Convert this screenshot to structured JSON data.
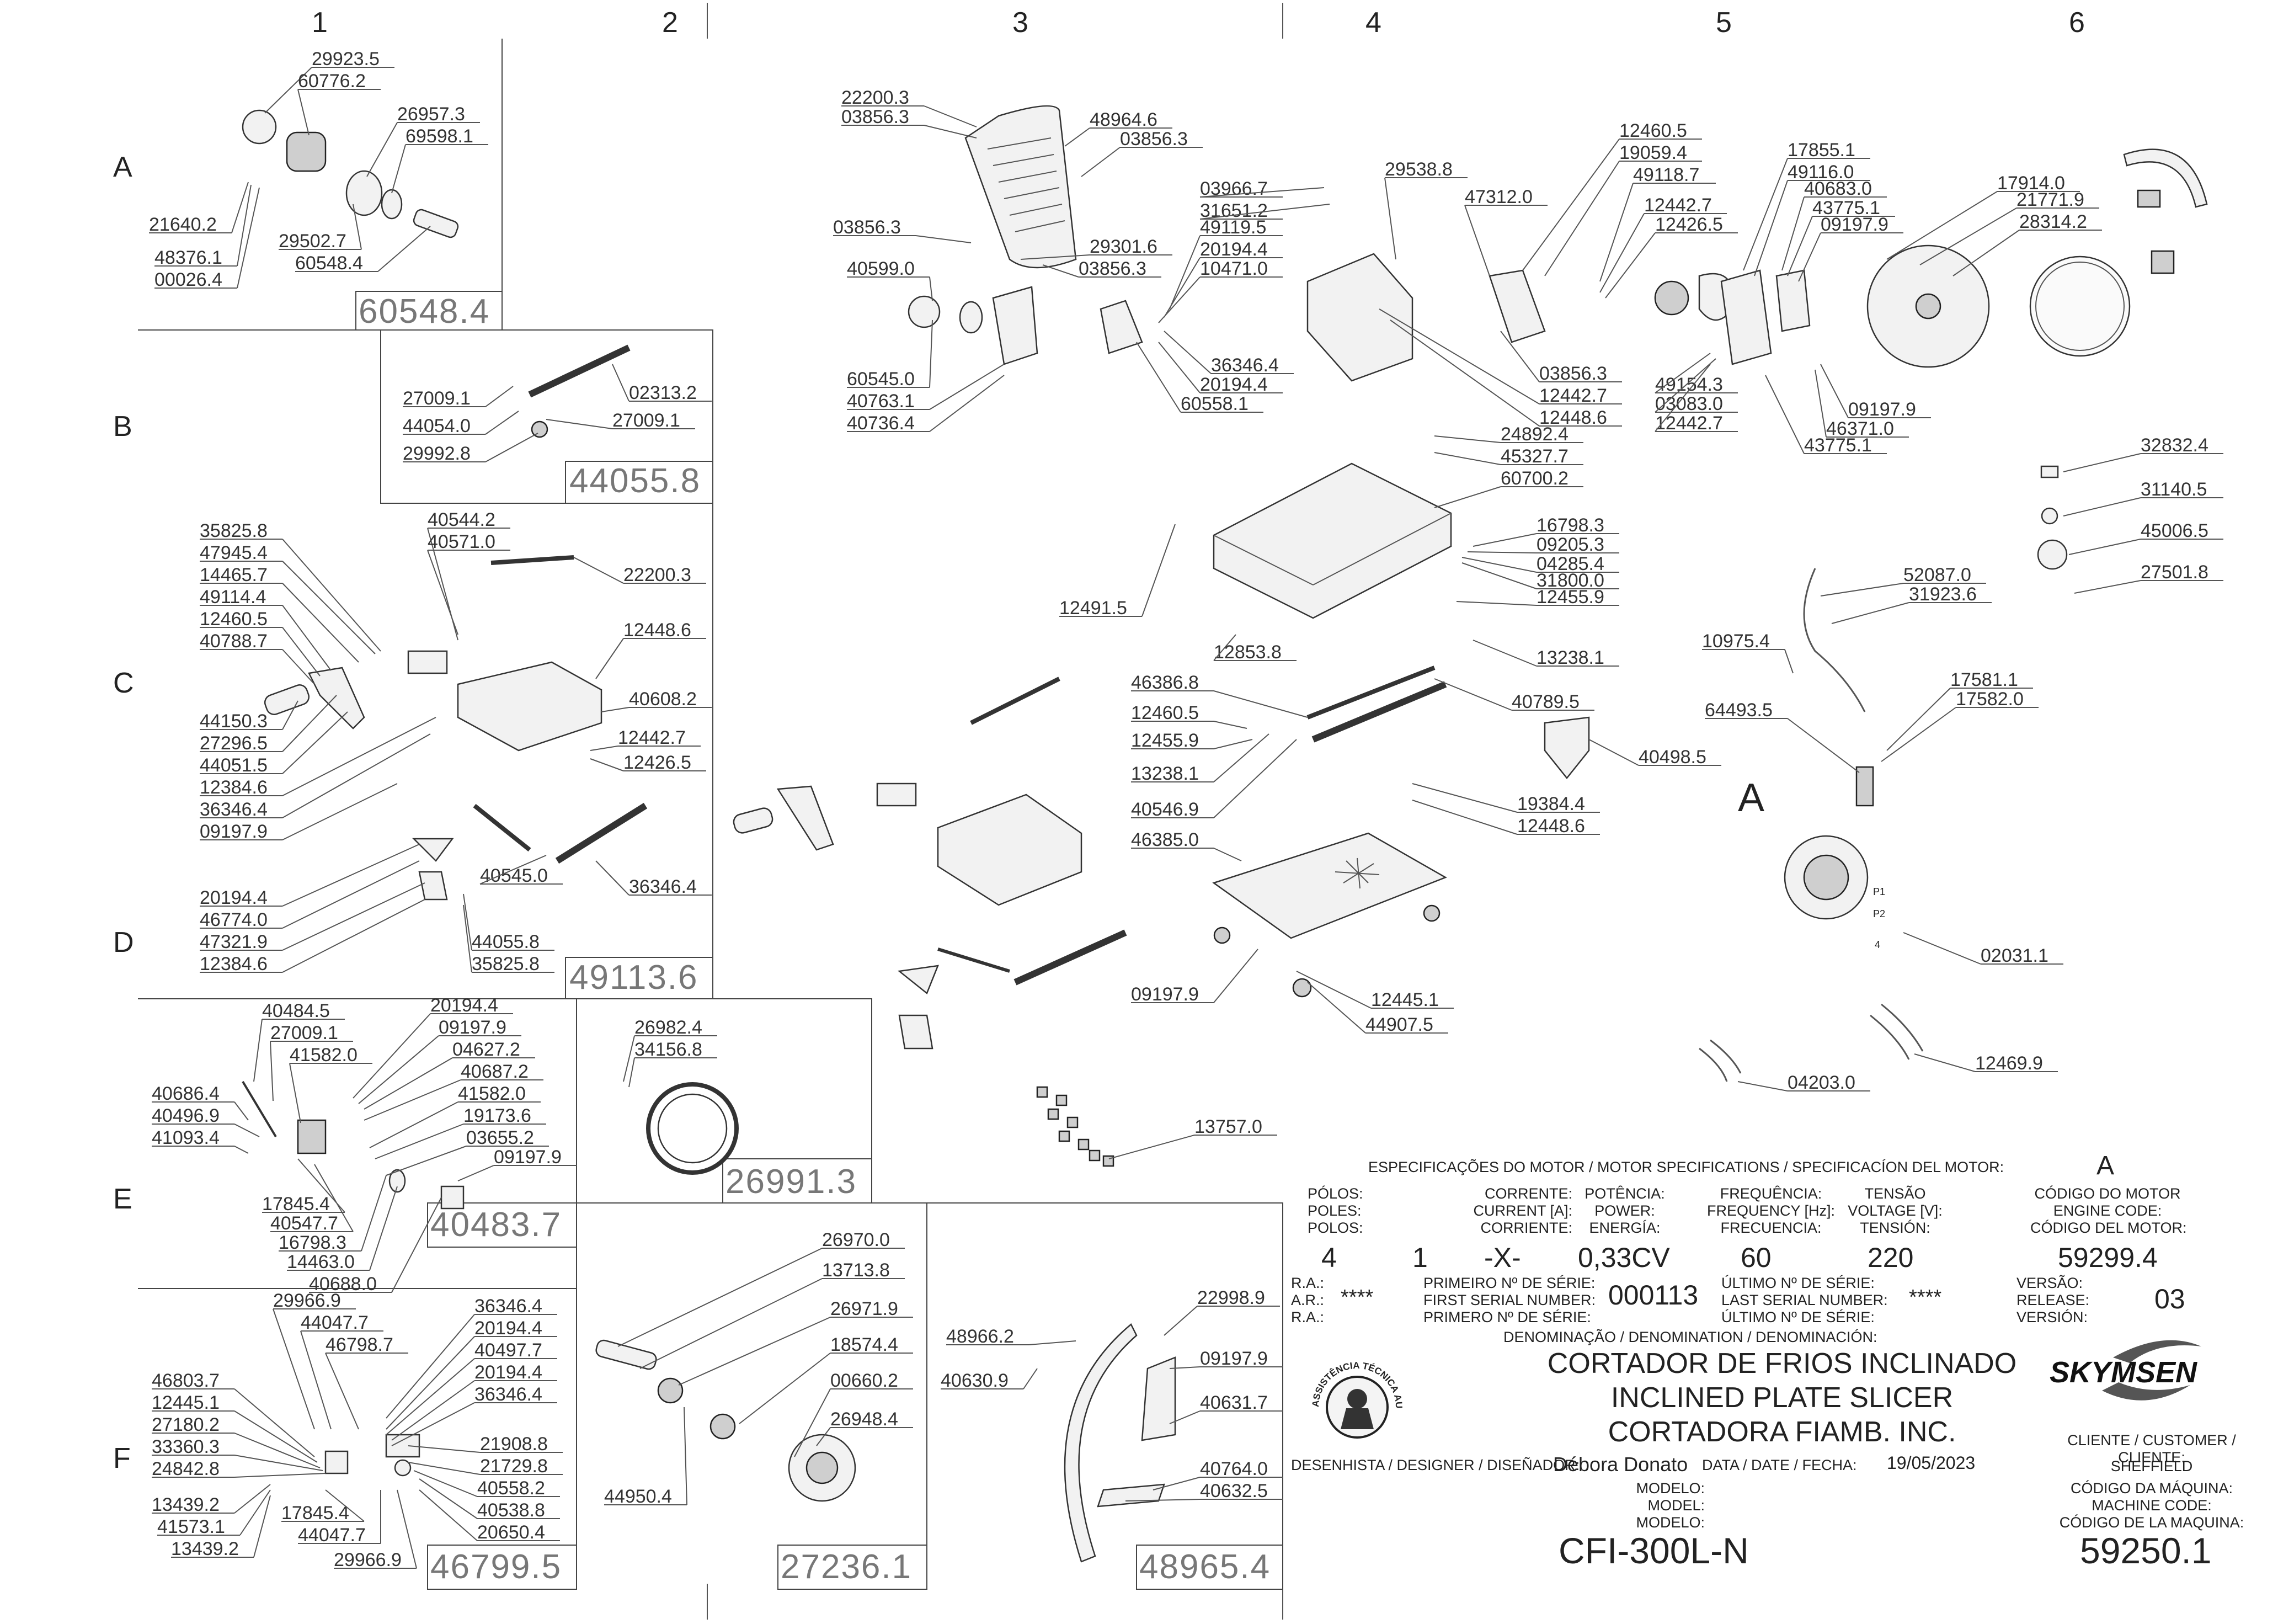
{
  "columns": [
    "1",
    "2",
    "3",
    "4",
    "5",
    "6"
  ],
  "rows": [
    "A",
    "B",
    "C",
    "D",
    "E",
    "F"
  ],
  "sub_assemblies": {
    "A1": {
      "code": "60548.4",
      "parts": [
        "29923.5",
        "60776.2",
        "26957.3",
        "69598.1",
        "21640.2",
        "29502.7",
        "48376.1",
        "60548.4",
        "00026.4"
      ]
    },
    "B1": {
      "code": "44055.8",
      "parts": [
        "27009.1",
        "02313.2",
        "44054.0",
        "27009.1",
        "29992.8"
      ]
    },
    "C1": {
      "code": "49113.6",
      "parts": [
        "35825.8",
        "47945.4",
        "14465.7",
        "49114.4",
        "12460.5",
        "40788.7",
        "40544.2",
        "40571.0",
        "22200.3",
        "12448.6",
        "40608.2",
        "44150.3",
        "27296.5",
        "44051.5",
        "12384.6",
        "36346.4",
        "09197.9",
        "12442.7",
        "12426.5",
        "20194.4",
        "46774.0",
        "47321.9",
        "12384.6",
        "40545.0",
        "36346.4",
        "44055.8",
        "35825.8"
      ]
    },
    "E1": {
      "code": "40483.7",
      "parts": [
        "40484.5",
        "27009.1",
        "41582.0",
        "40686.4",
        "40496.9",
        "41093.4",
        "20194.4",
        "09197.9",
        "04627.2",
        "40687.2",
        "41582.0",
        "19173.6",
        "03655.2",
        "09197.9",
        "17845.4",
        "40547.7",
        "16798.3",
        "14463.0",
        "40688.0"
      ]
    },
    "E2": {
      "code": "26991.3",
      "parts": [
        "26982.4",
        "34156.8"
      ]
    },
    "F1": {
      "code": "46799.5",
      "parts": [
        "29966.9",
        "44047.7",
        "46798.7",
        "46803.7",
        "12445.1",
        "27180.2",
        "33360.3",
        "24842.8",
        "13439.2",
        "41573.1",
        "13439.2",
        "17845.4",
        "44047.7",
        "29966.9",
        "36346.4",
        "20194.4",
        "40497.7",
        "20194.4",
        "36346.4",
        "21908.8",
        "21729.8",
        "40558.2",
        "40538.8",
        "20650.4"
      ]
    },
    "F2": {
      "code": "27236.1",
      "parts": [
        "26970.0",
        "13713.8",
        "26971.9",
        "18574.4",
        "00660.2",
        "26948.4",
        "44950.4"
      ]
    },
    "F3": {
      "code": "48965.4",
      "parts": [
        "48966.2",
        "40630.9",
        "22998.9",
        "09197.9",
        "40631.7",
        "40764.0",
        "40632.5"
      ]
    }
  },
  "main_parts": {
    "top_center": [
      "22200.3",
      "03856.3",
      "48964.6",
      "03856.3",
      "03856.3",
      "29301.6",
      "03856.3",
      "40599.0",
      "60545.0",
      "40763.1",
      "40736.4",
      "03966.7",
      "31651.2",
      "49119.5",
      "20194.4",
      "10471.0",
      "36346.4",
      "20194.4",
      "60558.1"
    ],
    "motor_area": [
      "29538.8",
      "47312.0",
      "12460.5",
      "19059.4",
      "49118.7",
      "12442.7",
      "12426.5",
      "17855.1",
      "49116.0",
      "40683.0",
      "43775.1",
      "09197.9",
      "17914.0",
      "21771.9",
      "28314.2",
      "03856.3",
      "12442.7",
      "12448.6",
      "24892.4",
      "45327.7",
      "60700.2",
      "49154.3",
      "03083.0",
      "12442.7",
      "09197.9",
      "46371.0",
      "43775.1"
    ],
    "base_area": [
      "12491.5",
      "16798.3",
      "09205.3",
      "04285.4",
      "31800.0",
      "12455.9",
      "12853.8",
      "13238.1",
      "46386.8",
      "40789.5",
      "12460.5",
      "12455.9",
      "13238.1",
      "40498.5",
      "40546.9",
      "19384.4",
      "12448.6",
      "46385.0",
      "09197.9",
      "12445.1",
      "44907.5",
      "13757.0"
    ],
    "electrical": [
      "32832.4",
      "31140.5",
      "45006.5",
      "27501.8",
      "52087.0",
      "31923.6",
      "10975.4",
      "17581.1",
      "17582.0",
      "64493.5",
      "02031.1",
      "12469.9",
      "04203.0"
    ],
    "motor_label": "A",
    "motor_terminals": [
      "P1",
      "P2",
      "4"
    ]
  },
  "title_block": {
    "spec_header": "ESPECIFICAÇÕES DO MOTOR / MOTOR SPECIFICATIONS / SPECIFICACÍON DEL MOTOR:",
    "motor_letter": "A",
    "poles_labels": [
      "PÓLOS:",
      "POLES:",
      "POLOS:"
    ],
    "current_labels": [
      "CORRENTE:",
      "CURRENT [A]:",
      "CORRIENTE:"
    ],
    "power_labels": [
      "POTÊNCIA:",
      "POWER:",
      "ENERGÍA:"
    ],
    "freq_labels": [
      "FREQUÊNCIA:",
      "FREQUENCY [Hz]:",
      "FRECUENCIA:"
    ],
    "voltage_labels": [
      "TENSÃO",
      "VOLTAGE [V]:",
      "TENSIÓN:"
    ],
    "engine_labels": [
      "CÓDIGO DO MOTOR",
      "ENGINE CODE:",
      "CÓDIGO DEL MOTOR:"
    ],
    "poles": "4",
    "phase": "1",
    "current": "-X-",
    "power": "0,33CV",
    "frequency": "60",
    "voltage": "220",
    "engine_code": "59299.4",
    "ra_labels": [
      "R.A.:",
      "A.R.:",
      "R.A.:"
    ],
    "ra_value": "****",
    "first_serial_labels": [
      "PRIMEIRO Nº DE SÉRIE:",
      "FIRST SERIAL NUMBER:",
      "PRIMERO Nº DE SÉRIE:"
    ],
    "first_serial": "000113",
    "last_serial_labels": [
      "ÚLTIMO Nº DE SÉRIE:",
      "LAST SERIAL NUMBER:",
      "ÚLTIMO Nº DE SÉRIE:"
    ],
    "last_serial": "****",
    "version_labels": [
      "VERSÃO:",
      "RELEASE:",
      "VERSIÓN:"
    ],
    "version": "03",
    "denomination_label": "DENOMINAÇÃO / DENOMINATION / DENOMINACIÓN:",
    "denominations": [
      "CORTADOR DE FRIOS INCLINADO",
      "INCLINED PLATE SLICER",
      "CORTADORA FIAMB. INC."
    ],
    "seal_text": "ASSISTÊNCIA TÉCNICA AUTORIZADA",
    "designer_label": "DESENHISTA / DESIGNER / DISEÑADOR:",
    "designer": "Débora Donato",
    "date_label": "DATA / DATE / FECHA:",
    "date": "19/05/2023",
    "model_labels": [
      "MODELO:",
      "MODEL:",
      "MODELO:"
    ],
    "model": "CFI-300L-N",
    "brand": "SKYMSEN",
    "customer_label": "CLIENTE / CUSTOMER / CLIENTE:",
    "customer": "SHEFFIELD",
    "machine_code_labels": [
      "CÓDIGO DA MÁQUINA:",
      "MACHINE CODE:",
      "CÓDIGO DE LA MAQUINA:"
    ],
    "machine_code": "59250.1"
  },
  "colors": {
    "line": "#333333",
    "text": "#222222",
    "box_code": "#777777",
    "background": "#ffffff"
  }
}
